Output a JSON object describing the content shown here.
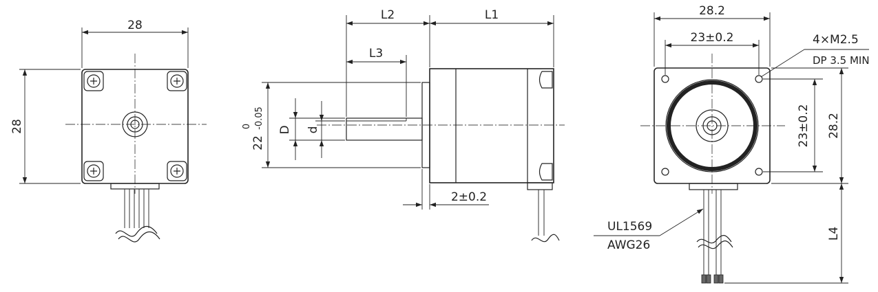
{
  "dimensions": {
    "front_width": "28",
    "front_height": "28",
    "l1": "L1",
    "l2": "L2",
    "l3": "L3",
    "big_d": "D",
    "small_d": "d",
    "pilot_dia": "22",
    "pilot_tol_upper": "0",
    "pilot_tol_lower": "-0.05",
    "pilot_length": "2±0.2",
    "rear_width": "28.2",
    "rear_height": "28.2",
    "hole_pitch_h": "23±0.2",
    "hole_pitch_v": "23±0.2",
    "hole_spec": "4×M2.5",
    "hole_depth": "DP 3.5 MIN",
    "lead_length": "L4"
  },
  "wire": {
    "spec": "UL1569",
    "gauge": "AWG26"
  }
}
